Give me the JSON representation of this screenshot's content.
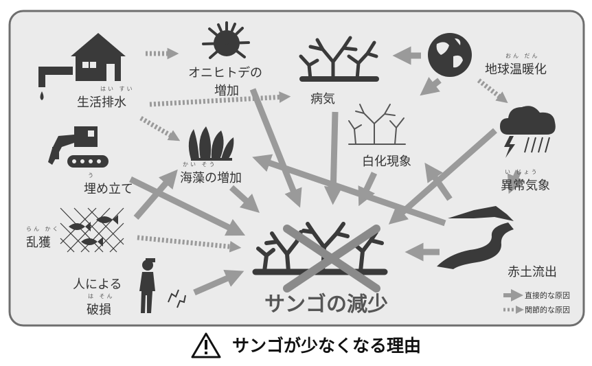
{
  "nodes": {
    "household": {
      "label": "生活排水",
      "ruby": "はい すい",
      "icon": "house-faucet-icon"
    },
    "starfish": {
      "label1": "オニヒトデの",
      "label2": "増加",
      "icon": "crown-of-thorns-starfish-icon"
    },
    "disease": {
      "label": "病気",
      "icon": "diseased-coral-icon"
    },
    "warming": {
      "label": "地球温暖化",
      "ruby": "おん だん",
      "icon": "globe-icon"
    },
    "landfill": {
      "label": "埋め立て",
      "ruby": "う",
      "icon": "excavator-icon"
    },
    "seaweed": {
      "label": "海藻の増加",
      "ruby": "かい そう",
      "icon": "seaweed-icon"
    },
    "bleaching": {
      "label": "白化現象",
      "icon": "bleached-coral-icon"
    },
    "weather": {
      "label": "異常気象",
      "ruby": "い じょう",
      "icon": "storm-cloud-icon"
    },
    "overfishing": {
      "label": "乱獲",
      "ruby": "らん かく",
      "icon": "fish-net-icon"
    },
    "redsoil": {
      "label": "赤土流出",
      "icon": "river-runoff-icon"
    },
    "damage": {
      "label1": "人による",
      "label2": "破損",
      "ruby": "は そん",
      "icon": "diver-icon"
    }
  },
  "result": {
    "label": "サンゴの減少",
    "icon": "coral-crossed-out-icon"
  },
  "legend": {
    "direct": "直接的な原因",
    "indirect": "関節的な原因"
  },
  "footer": {
    "title": "サンゴが少なくなる理由",
    "icon": "warning-icon"
  },
  "colors": {
    "arrow": "#9a9a9a",
    "icon": "#3a3a3a",
    "border": "#6e6e6e",
    "background": "#ebebeb"
  }
}
